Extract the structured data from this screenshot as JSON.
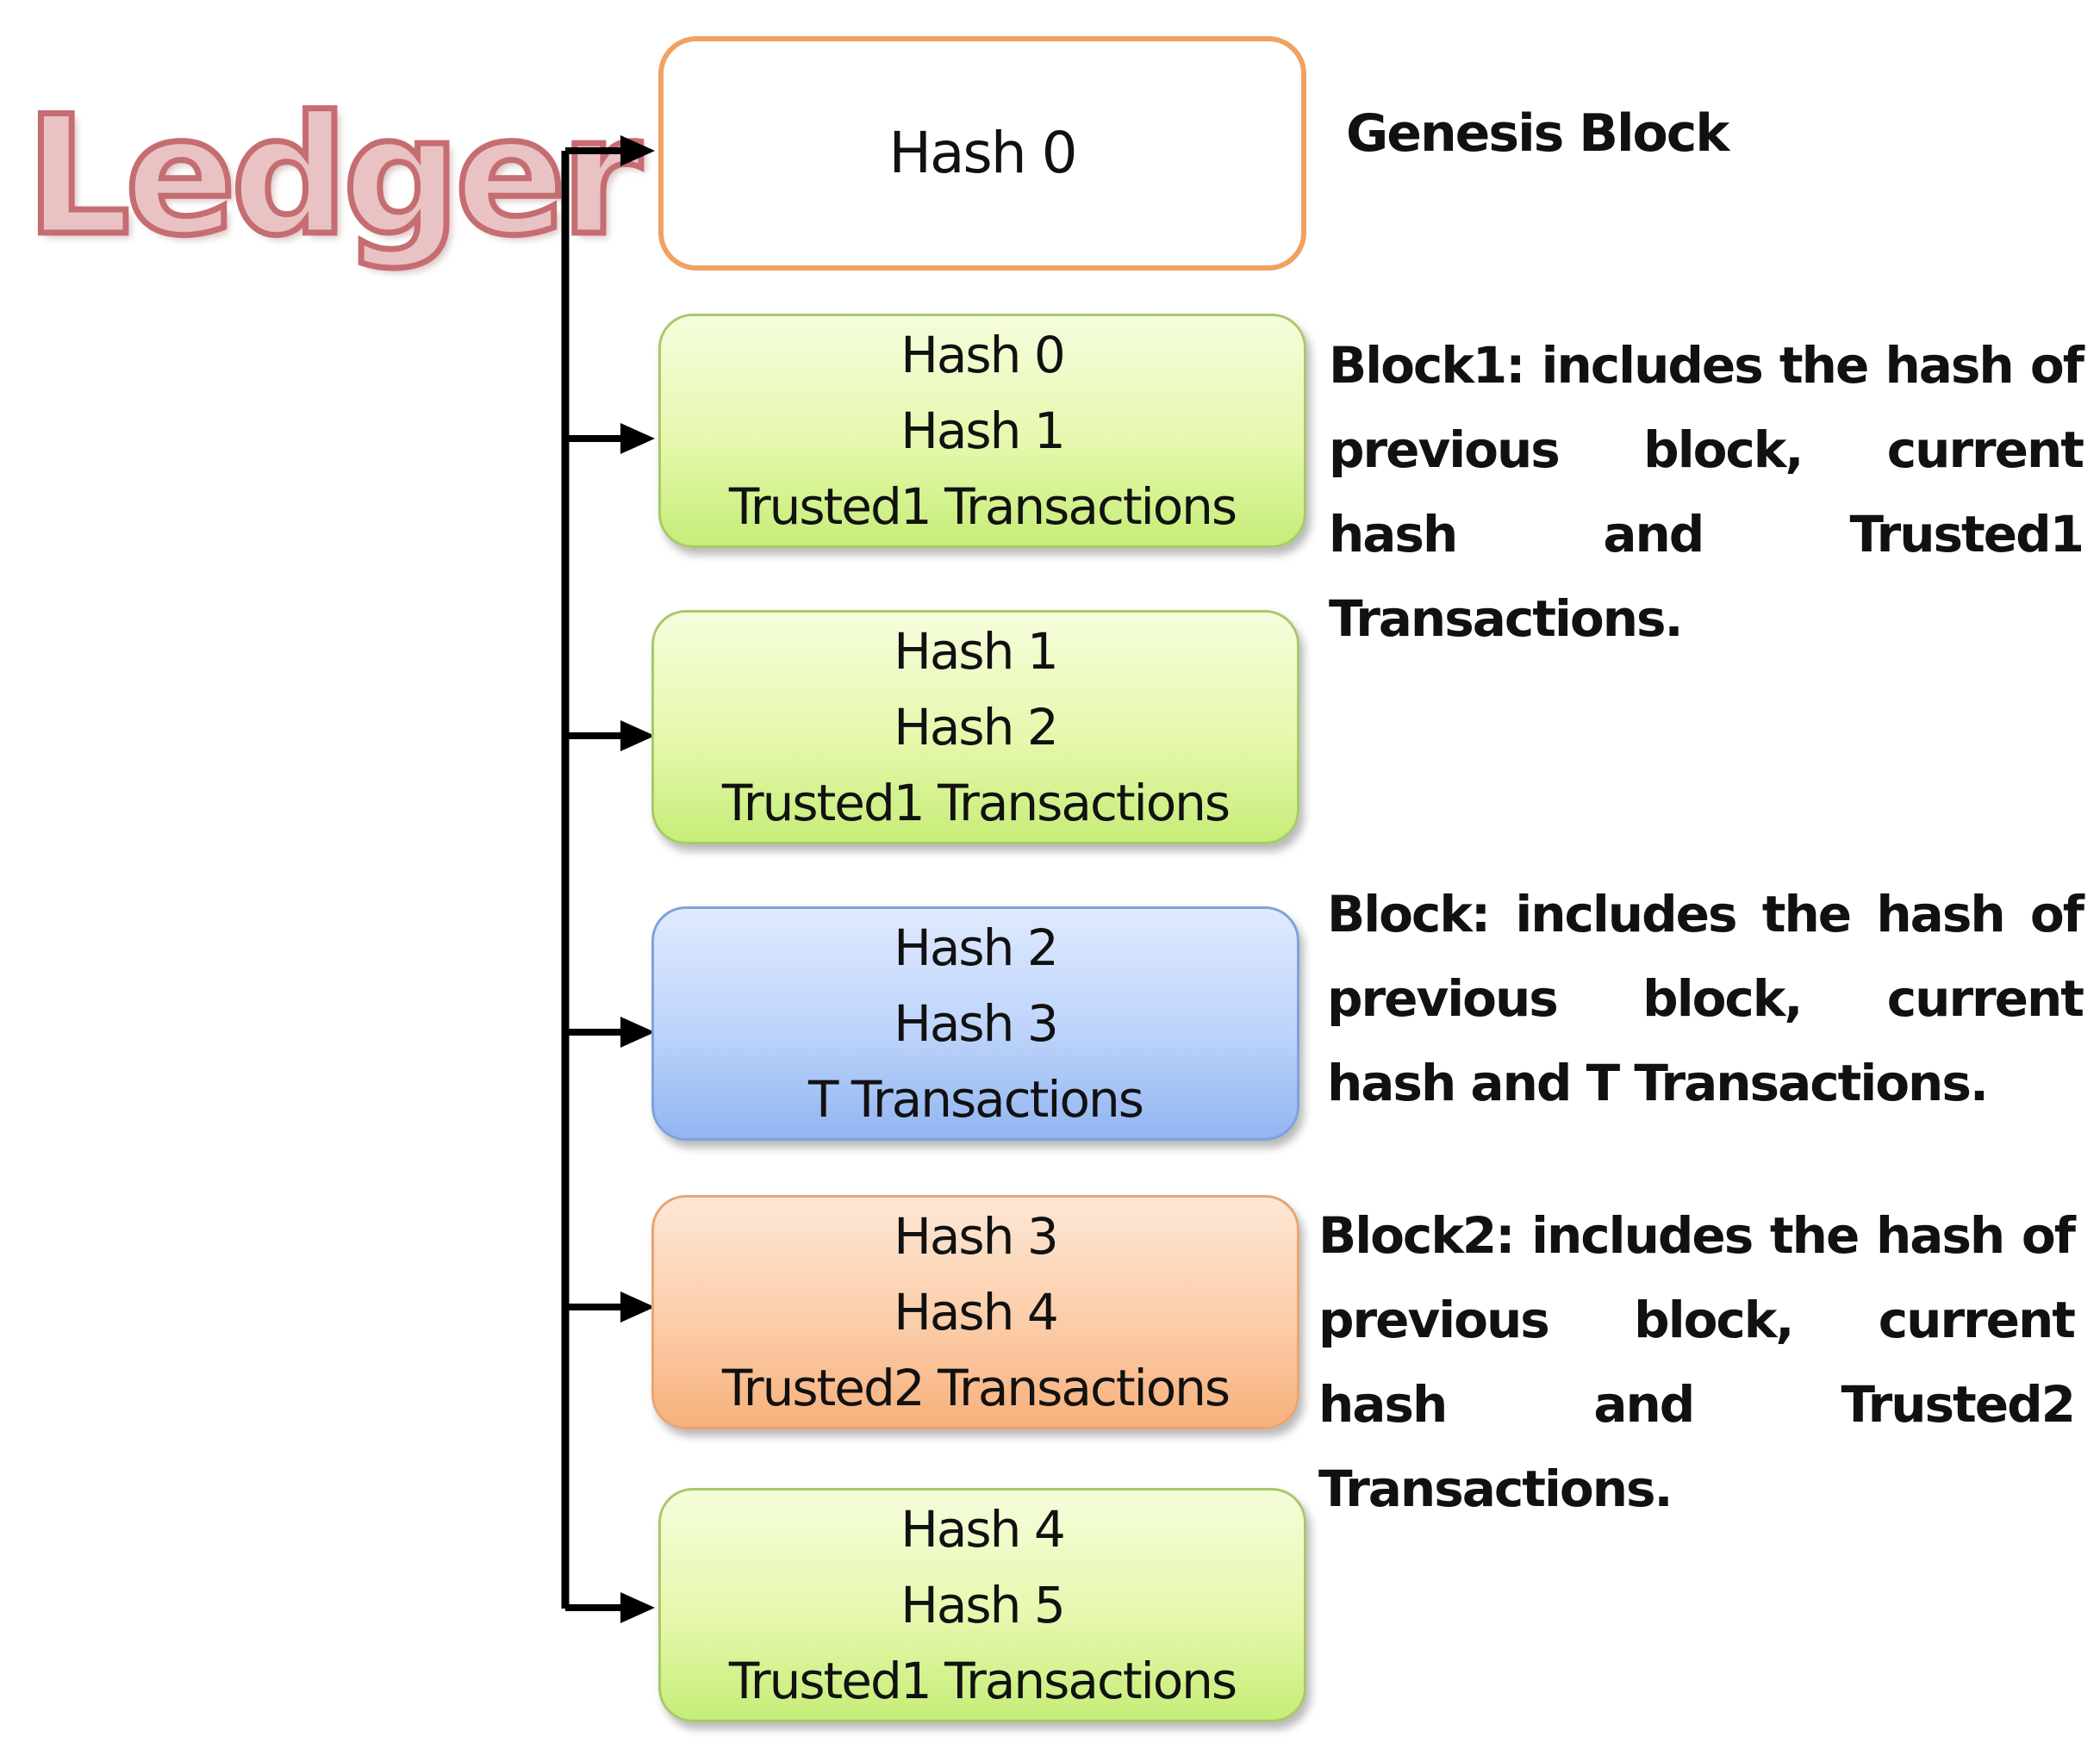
{
  "title": "Ledger",
  "genesis_label": "Genesis Block",
  "blocks": [
    {
      "lines": [
        "Hash 0"
      ],
      "theme": "white-orange-outline"
    },
    {
      "lines": [
        "Hash 0",
        "Hash 1",
        "Trusted1 Transactions"
      ],
      "theme": "green"
    },
    {
      "lines": [
        "Hash 1",
        "Hash 2",
        "Trusted1 Transactions"
      ],
      "theme": "green"
    },
    {
      "lines": [
        "Hash 2",
        "Hash 3",
        "T Transactions"
      ],
      "theme": "blue"
    },
    {
      "lines": [
        "Hash 3",
        "Hash 4",
        "Trusted2 Transactions"
      ],
      "theme": "orange"
    },
    {
      "lines": [
        "Hash 4",
        "Hash 5",
        "Trusted1 Transactions"
      ],
      "theme": "green"
    }
  ],
  "descriptions": [
    {
      "text": "Block1: includes the hash of previous block, current hash and Trusted1 Transactions."
    },
    {
      "text": "Block: includes the hash of previous block, current hash and T Transactions."
    },
    {
      "text": "Block2: includes the hash of previous block, current hash and Trusted2 Transactions."
    }
  ],
  "colors": {
    "title_fill": "#e9c3c4",
    "title_stroke": "#c66d72",
    "genesis_border": "#f1a160",
    "green": "#e6f8ad",
    "blue": "#bcd3fa",
    "orange": "#fbcda8",
    "connector": "#000000"
  }
}
